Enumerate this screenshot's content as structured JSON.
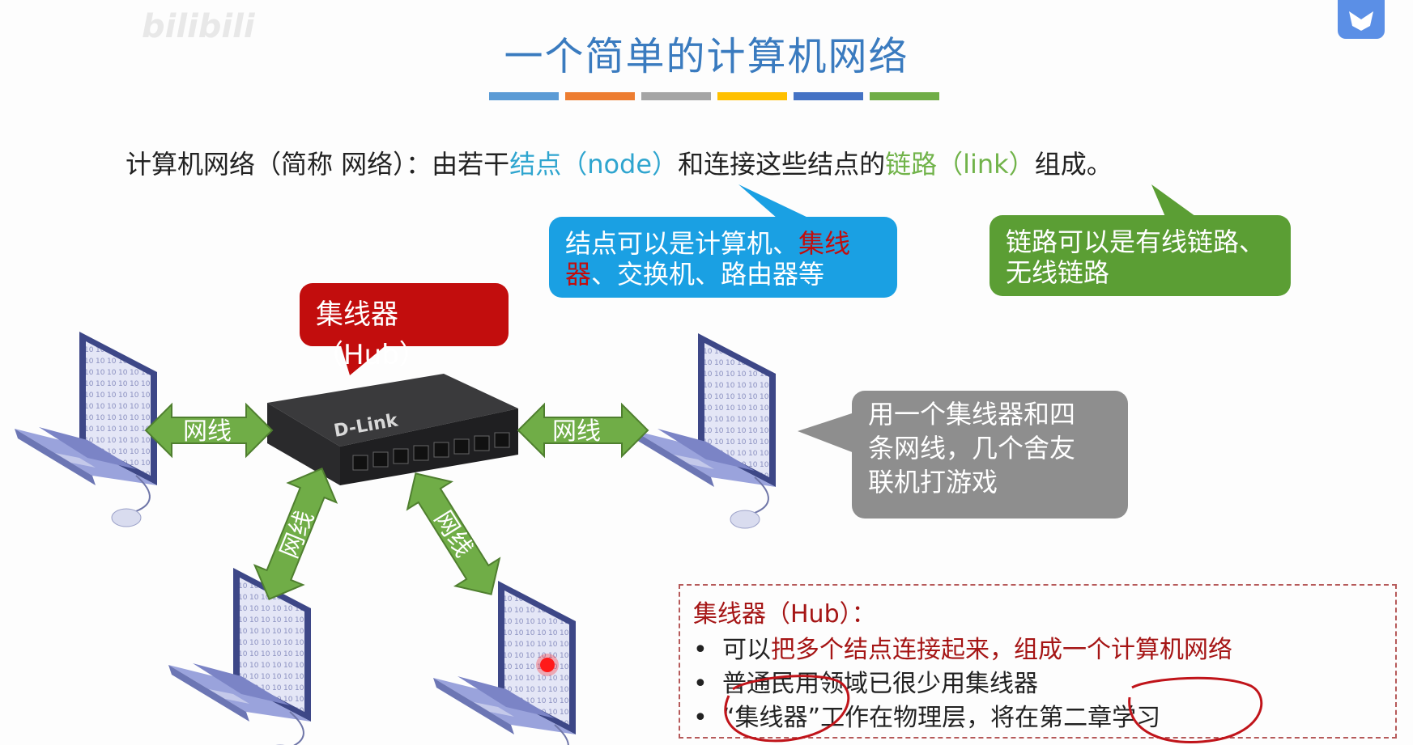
{
  "slide": {
    "title": "一个简单的计算机网络",
    "accent_bars": [
      "#5b9bd5",
      "#ed7d31",
      "#a5a5a5",
      "#ffc000",
      "#4472c4",
      "#70ad47"
    ],
    "watermark": "bilibili"
  },
  "definition": {
    "part1": "计算机网络（简称 网络）：由若干",
    "node_term": "结点（node）",
    "part2": "和连接这些结点的",
    "link_term": "链路（link）",
    "part3": "组成。"
  },
  "callouts": {
    "node_line1_a": "结点可以是计算机、",
    "node_line1_b": "集线",
    "node_line2_a": "器",
    "node_line2_b": "、交换机、路由器等",
    "link_line1": "链路可以是有线链路、",
    "link_line2": "无线链路",
    "hub_label": "集线器（Hub）",
    "lan_line1": "用一个集线器和四",
    "lan_line2": "条网线，几个舍友",
    "lan_line3": "联机打游戏"
  },
  "diagram": {
    "cable_label": "网线",
    "switch_brand": "D-Link"
  },
  "info_box": {
    "title": "集线器（Hub）：",
    "bullets": [
      {
        "plain": "可以",
        "red": "把多个结点连接起来，组成一个计算机网络"
      },
      {
        "plain": "普通民用领域已很少用集线器",
        "red": ""
      },
      {
        "plain": "“集线器”工作在物理层，将在第二章学习",
        "red": ""
      }
    ],
    "bullet_symbol": "•"
  },
  "colors": {
    "title": "#3a7bbf",
    "node_callout": "#1aa0e3",
    "link_callout": "#5b9e34",
    "hub_callout": "#c20d0d",
    "lan_callout": "#8e8e8e",
    "arrow": "#70ad47",
    "annotation_red": "#c0141a"
  }
}
